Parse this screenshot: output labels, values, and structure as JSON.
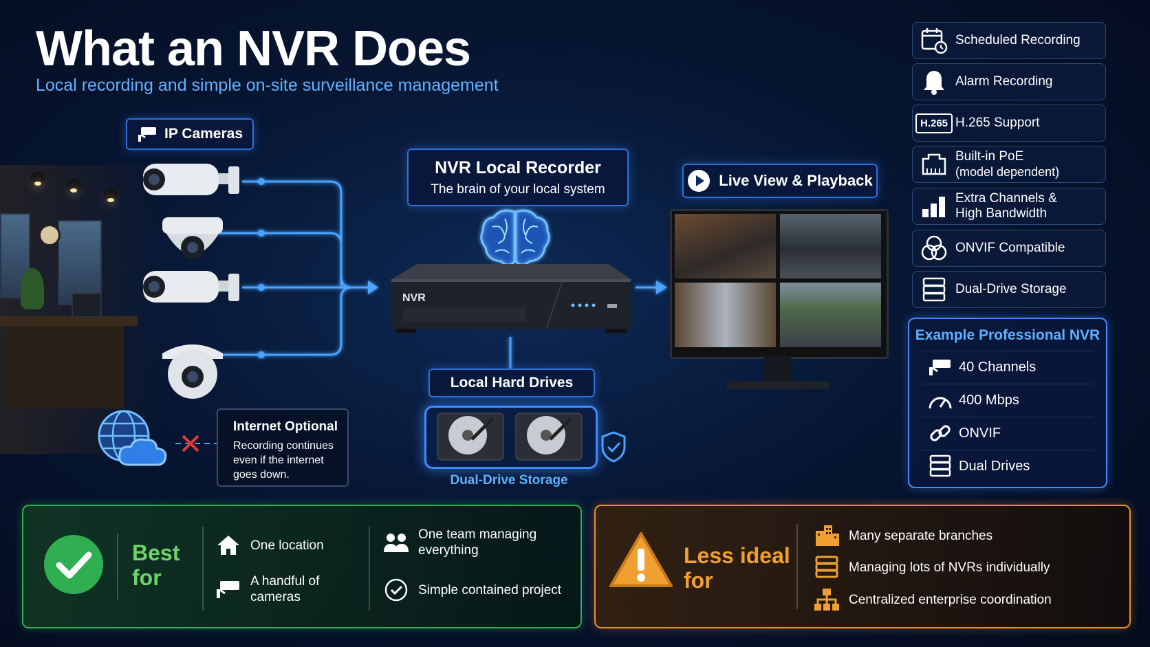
{
  "header": {
    "title": "What an NVR Does",
    "subtitle": "Local recording and simple on-site surveillance management"
  },
  "cameras": {
    "label": "IP Cameras",
    "count": 4
  },
  "nvr": {
    "title": "NVR Local Recorder",
    "subtitle": "The brain of your local system",
    "device_label": "NVR"
  },
  "live_view": {
    "label": "Live View & Playback"
  },
  "storage": {
    "label": "Local Hard Drives",
    "caption": "Dual-Drive Storage"
  },
  "internet": {
    "title": "Internet Optional",
    "description": "Recording continues even if the internet goes down."
  },
  "features": [
    {
      "icon": "calendar-clock-icon",
      "label": "Scheduled Recording",
      "sub": ""
    },
    {
      "icon": "bell-icon",
      "label": "Alarm Recording",
      "sub": ""
    },
    {
      "icon": "h265-badge-icon",
      "icon_text": "H.265",
      "label": "H.265 Support",
      "sub": ""
    },
    {
      "icon": "ethernet-port-icon",
      "label": "Built-in PoE",
      "sub": "(model dependent)"
    },
    {
      "icon": "bar-chart-icon",
      "label": "Extra Channels &",
      "sub": "High Bandwidth"
    },
    {
      "icon": "overlap-circles-icon",
      "label": "ONVIF Compatible",
      "sub": ""
    },
    {
      "icon": "server-stack-icon",
      "label": "Dual-Drive Storage",
      "sub": ""
    }
  ],
  "example": {
    "title": "Example Professional NVR",
    "rows": [
      {
        "icon": "camera-icon",
        "label": "40 Channels"
      },
      {
        "icon": "gauge-icon",
        "label": "400 Mbps"
      },
      {
        "icon": "link-icon",
        "label": "ONVIF"
      },
      {
        "icon": "server-stack-icon",
        "label": "Dual Drives"
      }
    ]
  },
  "best_for": {
    "heading_line1": "Best",
    "heading_line2": "for",
    "items": [
      {
        "icon": "house-icon",
        "label": "One location"
      },
      {
        "icon": "camera-icon",
        "label": "A handful of cameras"
      },
      {
        "icon": "team-icon",
        "label": "One team managing everything"
      },
      {
        "icon": "check-circle-icon",
        "label": "Simple contained project"
      }
    ]
  },
  "less_ideal": {
    "heading_line1": "Less ideal",
    "heading_line2": "for",
    "items": [
      {
        "icon": "buildings-icon",
        "label": "Many separate branches"
      },
      {
        "icon": "server-stack-icon",
        "label": "Managing lots of NVRs individually"
      },
      {
        "icon": "org-chart-icon",
        "label": "Centralized enterprise coordination"
      }
    ]
  },
  "colors": {
    "accent_blue": "#3e8cff",
    "subtitle_blue": "#5fb2ff",
    "success_green": "#2fae52",
    "warning_orange": "#e8902a",
    "alert_red": "#e53935"
  }
}
